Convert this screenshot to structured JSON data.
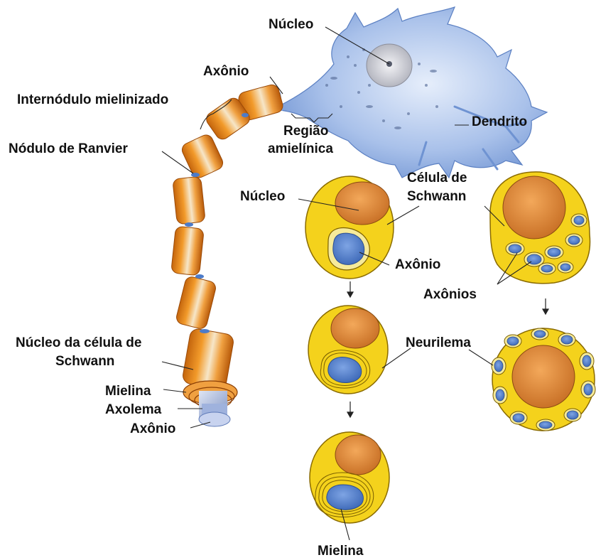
{
  "labels": {
    "nucleus_top": "Núcleo",
    "axon_top": "Axônio",
    "internode": "Internódulo mielinizado",
    "region_line1": "Região",
    "region_line2": "amielínica",
    "dendrite": "Dendrito",
    "node_ranvier": "Nódulo de Ranvier",
    "schwann_cell_line1": "Célula de",
    "schwann_cell_line2": "Schwann",
    "nucleus_mid": "Núcleo",
    "axon_mid": "Axônio",
    "axons_plural": "Axônios",
    "schwann_nucleus_line1": "Núcleo da célula de",
    "schwann_nucleus_line2": "Schwann",
    "neurilemma": "Neurilema",
    "myelin_left": "Mielina",
    "axolemma": "Axolema",
    "axon_bottom": "Axônio",
    "myelin_bottom": "Mielina"
  },
  "colors": {
    "neuron_body": "#7fa3dc",
    "nucleus": "#c9cbd4",
    "myelin_orange": "#e88a1c",
    "schwann_yellow": "#f4d21c",
    "schwann_nucleus": "#d98a3a",
    "axon_blue": "#4c7bc9"
  }
}
